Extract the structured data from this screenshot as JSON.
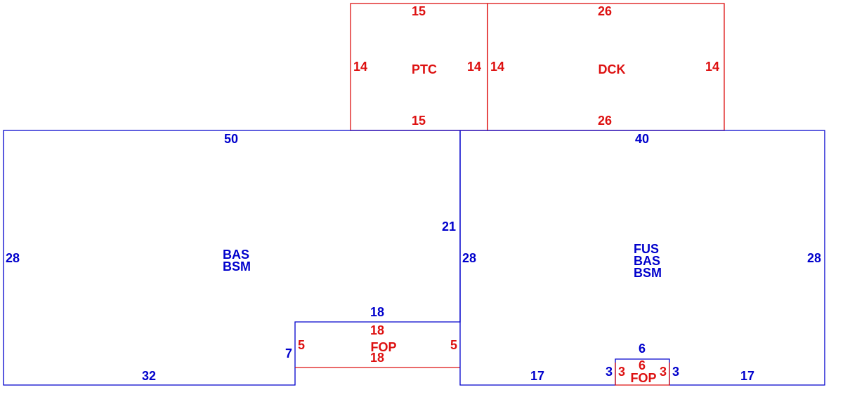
{
  "colors": {
    "living_area": "#0000cc",
    "exterior_feature": "#dd1111",
    "background": "#ffffff"
  },
  "areas": {
    "ptc": {
      "codes": [
        "PTC"
      ],
      "dims": {
        "top": "15",
        "bottom": "15",
        "left": "14",
        "right": "14"
      }
    },
    "dck": {
      "codes": [
        "DCK"
      ],
      "dims": {
        "top": "26",
        "bottom": "26",
        "left": "14",
        "right": "14"
      }
    },
    "left_main": {
      "codes": [
        "BAS",
        "BSM"
      ],
      "dims": {
        "top": "50",
        "left": "28",
        "bottom": "32",
        "right": "21",
        "notch_top": "18",
        "notch_left": "7"
      }
    },
    "left_fop": {
      "codes": [
        "FOP"
      ],
      "dims": {
        "top": "18",
        "bottom": "18",
        "left": "5",
        "right": "5"
      }
    },
    "right_main": {
      "codes": [
        "FUS",
        "BAS",
        "BSM"
      ],
      "dims": {
        "top": "40",
        "left": "28",
        "right": "28",
        "bottom_left": "17",
        "bottom_right": "17",
        "notch_top": "6",
        "notch_left": "3",
        "notch_right": "3"
      }
    },
    "right_fop": {
      "codes": [
        "FOP"
      ],
      "dims": {
        "top": "6",
        "left": "3",
        "right": "3"
      }
    }
  }
}
